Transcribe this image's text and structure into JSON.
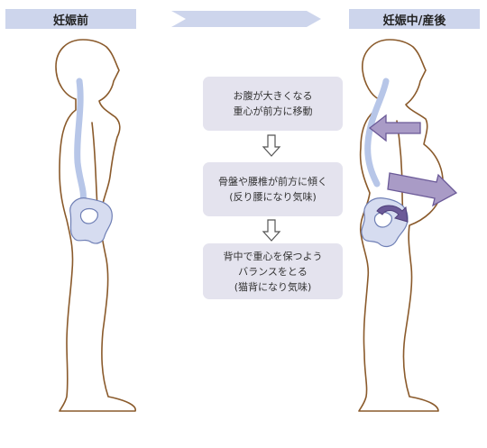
{
  "labels": {
    "before": "妊娠前",
    "during": "妊娠中/産後"
  },
  "steps": [
    {
      "lines": [
        "お腹が大きくなる",
        "重心が前方に移動"
      ]
    },
    {
      "lines": [
        "骨盤や腰椎が前方に傾く",
        "(反り腰になり気味)"
      ]
    },
    {
      "lines": [
        "背中で重心を保つよう",
        "バランスをとる",
        "(猫背になり気味)"
      ]
    }
  ],
  "colors": {
    "header_fill": "#cdd5ec",
    "step_fill": "#e4e3ee",
    "body_outline": "#8a5a2b",
    "spine": "#b7c6e8",
    "pelvis": "#d6dcf0",
    "arrow_fill": "#a99bc6",
    "arrow_stroke": "#6b5a98"
  }
}
